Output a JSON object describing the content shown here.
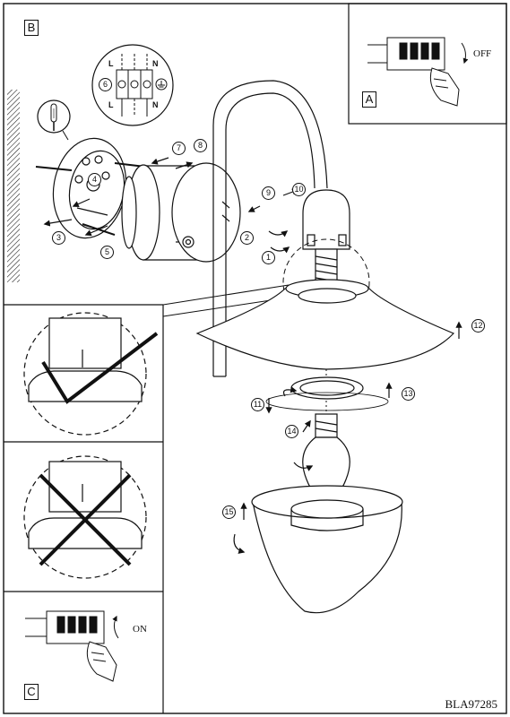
{
  "panels": {
    "main_label": "B",
    "inset_off_label": "A",
    "inset_on_label": "C",
    "off_text": "OFF",
    "on_text": "ON"
  },
  "terminal_block": {
    "top_left": "L",
    "top_right": "N",
    "bottom_left": "L",
    "bottom_right": "N",
    "step": "6"
  },
  "steps": [
    "1",
    "2",
    "3",
    "4",
    "5",
    "7",
    "8",
    "9",
    "10",
    "11",
    "12",
    "13",
    "14",
    "15"
  ],
  "model_code": "BLA97285",
  "icons": [
    "ground-symbol-icon",
    "screwdriver-icon",
    "hand-icon",
    "arrow-icon",
    "cross-icon"
  ]
}
